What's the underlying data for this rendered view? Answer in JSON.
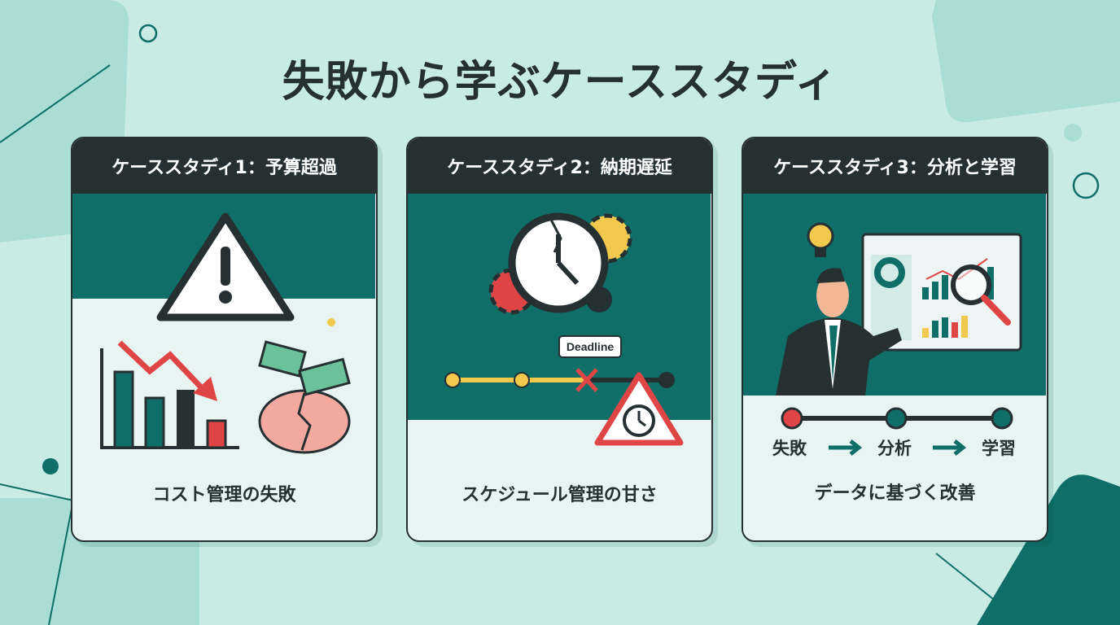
{
  "title": "失敗から学ぶケーススタディ",
  "cards": [
    {
      "header": "ケーススタディ1：予算超過",
      "caption": "コスト管理の失敗"
    },
    {
      "header": "ケーススタディ2：納期遅延",
      "caption": "スケジュール管理の甘さ",
      "deadline_label": "Deadline"
    },
    {
      "header": "ケーススタディ3：分析と学習",
      "caption": "データに基づく改善",
      "flow": [
        "失敗",
        "分析",
        "学習"
      ]
    }
  ],
  "colors": {
    "teal": "#0f6e67",
    "dark": "#263033",
    "red": "#e04545",
    "yellow": "#f2c94c",
    "light": "#e7f4f2"
  }
}
